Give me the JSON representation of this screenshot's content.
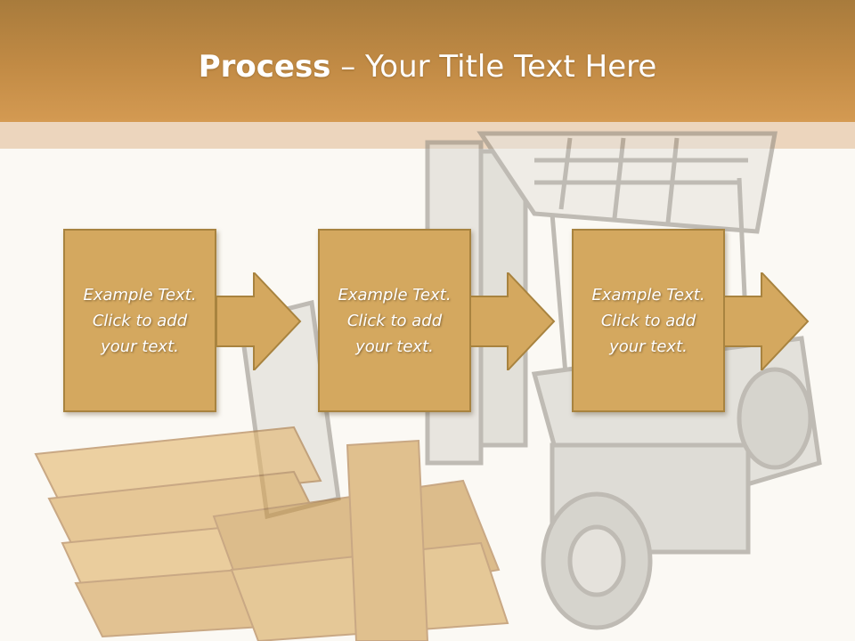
{
  "slide": {
    "title_bold": "Process",
    "title_rest": " – Your Title Text Here"
  },
  "steps": [
    {
      "line1": "Example Text.",
      "line2": "Click  to add",
      "line3": "your text."
    },
    {
      "line1": "Example Text.",
      "line2": "Click  to add",
      "line3": "your text."
    },
    {
      "line1": "Example Text.",
      "line2": "Click  to add",
      "line3": "your text."
    }
  ],
  "colors": {
    "header": "#c28b45",
    "box_fill": "#d4a85f",
    "box_border": "#a8833f",
    "background": "#fbf9f4"
  },
  "icons": [
    "forklift-illustration",
    "gold-bars-illustration",
    "arrow-right-icon"
  ]
}
